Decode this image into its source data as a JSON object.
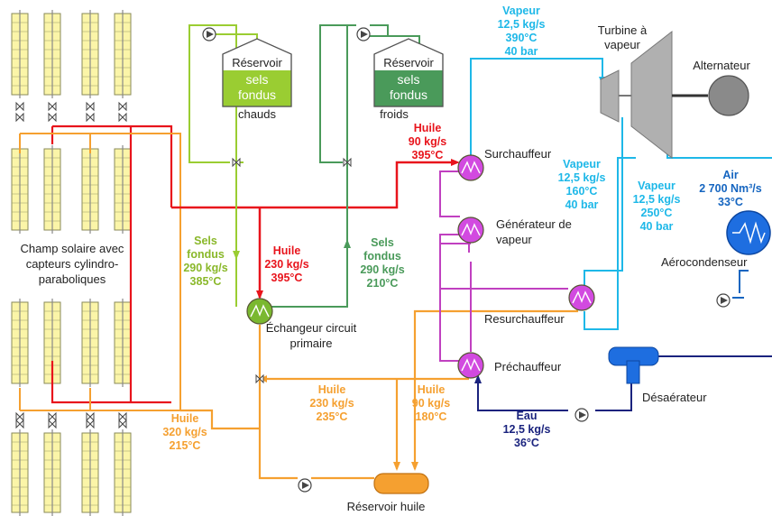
{
  "colors": {
    "oil_hot": "#e8141c",
    "oil_warm": "#f5a030",
    "salt_hot": "#9acd32",
    "salt_cold": "#4a9a5a",
    "steam": "#1eb8e8",
    "water": "#1a237e",
    "air": "#1565c0",
    "exchanger": "#d24ae0",
    "turbine": "#b0b0b0"
  },
  "labels": {
    "solar_field": [
      "Champ solaire avec",
      "capteurs cylindro-",
      "paraboliques"
    ],
    "tank_hot": [
      "Réservoir",
      "sels",
      "fondus",
      "chauds"
    ],
    "tank_cold": [
      "Réservoir",
      "sels",
      "fondus",
      "froids"
    ],
    "turbine": [
      "Turbine à",
      "vapeur"
    ],
    "alternator": "Alternateur",
    "superheater": "Surchauffeur",
    "steam_generator": [
      "Générateur de",
      "vapeur"
    ],
    "reheater": "Resurchauffeur",
    "preheater": "Préchauffeur",
    "primary_exchanger": [
      "Échangeur circuit",
      "primaire"
    ],
    "condenser": "Aérocondenseur",
    "deaerator": "Désaérateur",
    "oil_tank": "Réservoir huile"
  },
  "flows": {
    "steam_top": [
      "Vapeur",
      "12,5 kg/s",
      "390°C",
      "40 bar"
    ],
    "steam_mid": [
      "Vapeur",
      "12,5 kg/s",
      "160°C",
      "40 bar"
    ],
    "steam_right": [
      "Vapeur",
      "12,5 kg/s",
      "250°C",
      "40 bar"
    ],
    "air": [
      "Air",
      "2 700 Nm³/s",
      "33°C"
    ],
    "oil_hot_top": [
      "Huile",
      "90 kg/s",
      "395°C"
    ],
    "oil_hot_mid": [
      "Huile",
      "230 kg/s",
      "395°C"
    ],
    "salt_hot": [
      "Sels",
      "fondus",
      "290 kg/s",
      "385°C"
    ],
    "salt_cold": [
      "Sels",
      "fondus",
      "290 kg/s",
      "210°C"
    ],
    "oil_320": [
      "Huile",
      "320 kg/s",
      "215°C"
    ],
    "oil_230": [
      "Huile",
      "230 kg/s",
      "235°C"
    ],
    "oil_90": [
      "Huile",
      "90 kg/s",
      "180°C"
    ],
    "water": [
      "Eau",
      "12,5 kg/s",
      "36°C"
    ]
  }
}
